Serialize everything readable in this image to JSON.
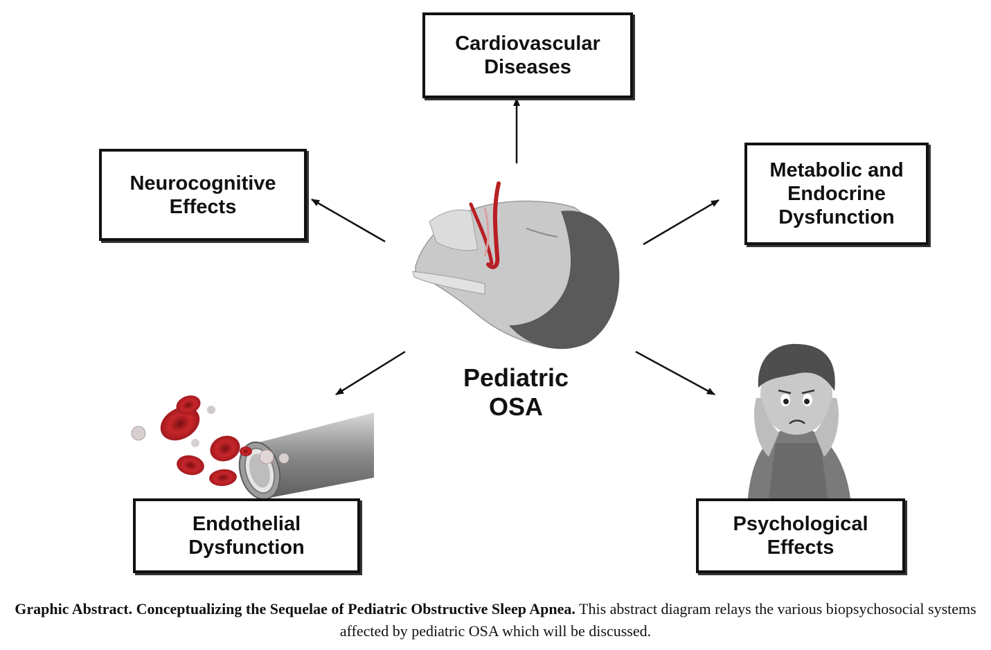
{
  "center": {
    "line1": "Pediatric",
    "line2": "OSA"
  },
  "boxes": {
    "cardiovascular": {
      "line1": "Cardiovascular",
      "line2": "Diseases"
    },
    "neurocognitive": {
      "line1": "Neurocognitive",
      "line2": "Effects"
    },
    "metabolic": {
      "line1": "Metabolic and",
      "line2": "Endocrine",
      "line3": "Dysfunction"
    },
    "endothelial": {
      "line1": "Endothelial",
      "line2": "Dysfunction"
    },
    "psychological": {
      "line1": "Psychological",
      "line2": "Effects"
    }
  },
  "caption": {
    "bold": "Graphic Abstract. Conceptualizing the Sequelae of Pediatric Obstructive Sleep Apnea.",
    "text": " This abstract diagram relays the various biopsychosocial systems affected by pediatric OSA which will be discussed."
  },
  "colors": {
    "blood": "#b81f24",
    "skin": "#c9c9c9",
    "hair": "#5a5a5a",
    "border": "#111111"
  }
}
